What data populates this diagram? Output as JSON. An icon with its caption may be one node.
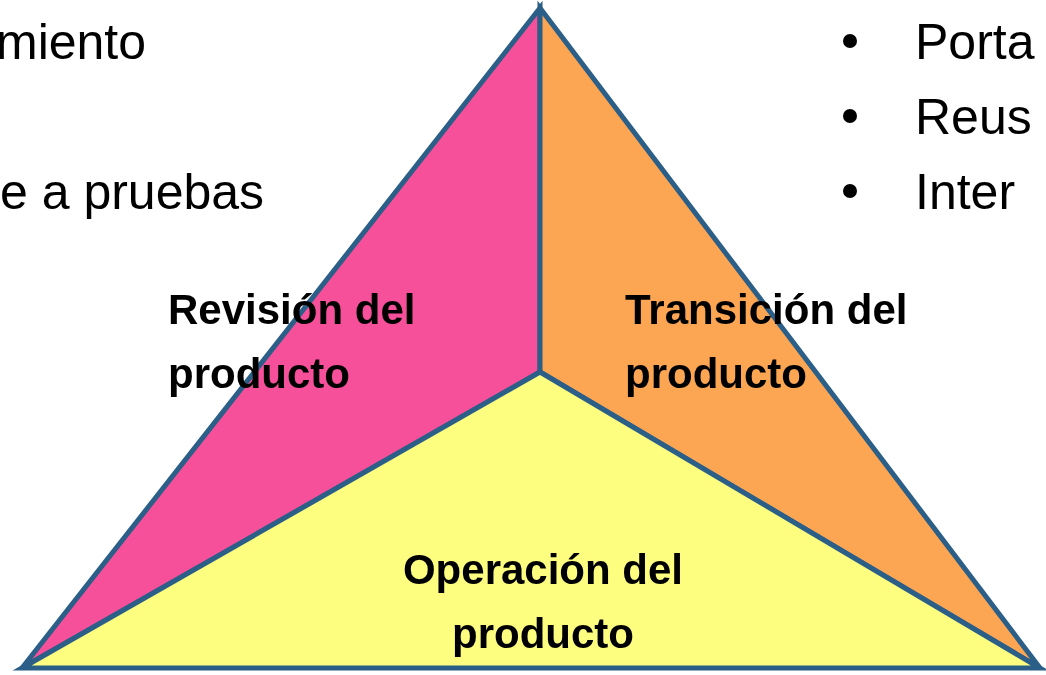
{
  "diagram": {
    "nodes": [
      {
        "text": [
          "Revisión del producto"
        ]
      },
      {
        "text": [
          "Transición del producto"
        ]
      },
      {
        "text": [
          "Operación del producto"
        ]
      }
    ],
    "labels": [
      "miento",
      "e a pruebas",
      "Porta",
      "Reus",
      "Inter"
    ]
  }
}
